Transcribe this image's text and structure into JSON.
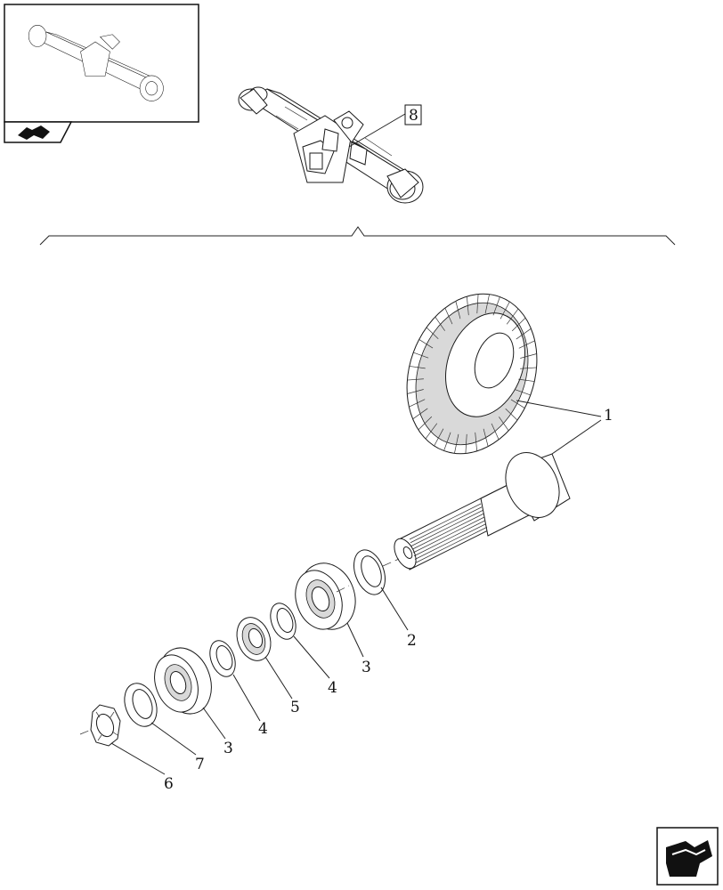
{
  "ref_box": {
    "label": "8"
  },
  "callouts": [
    {
      "id": "1",
      "label": "1"
    },
    {
      "id": "2",
      "label": "2"
    },
    {
      "id": "3a",
      "label": "3"
    },
    {
      "id": "4a",
      "label": "4"
    },
    {
      "id": "5",
      "label": "5"
    },
    {
      "id": "4b",
      "label": "4"
    },
    {
      "id": "3b",
      "label": "3"
    },
    {
      "id": "7",
      "label": "7"
    },
    {
      "id": "6",
      "label": "6"
    }
  ],
  "icons": {
    "thumbnail_nav": "axle-thumbnail-icon",
    "prev_page": "back-arrow-icon",
    "next_page": "next-page-arrow-icon"
  }
}
